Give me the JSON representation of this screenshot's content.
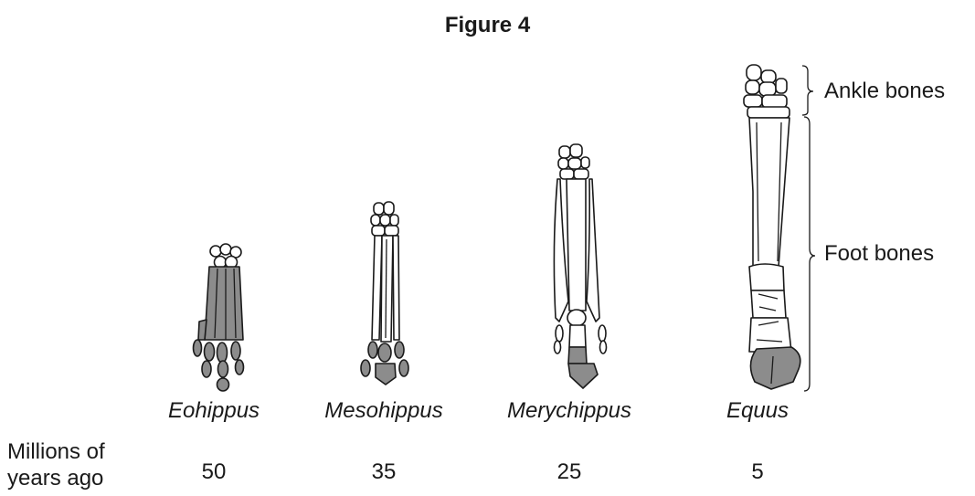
{
  "title": "Figure 4",
  "row_label": "Millions of\nyears ago",
  "callouts": {
    "ankle": "Ankle bones",
    "foot": "Foot bones"
  },
  "specimens": [
    {
      "genus": "Eohippus",
      "years": "50"
    },
    {
      "genus": "Mesohippus",
      "years": "35"
    },
    {
      "genus": "Merychippus",
      "years": "25"
    },
    {
      "genus": "Equus",
      "years": "5"
    }
  ],
  "colors": {
    "shaded_bone": "#8c8c8c",
    "outline": "#1a1a1a"
  }
}
